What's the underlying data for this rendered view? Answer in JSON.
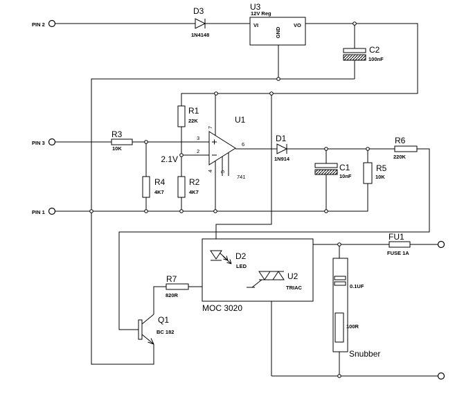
{
  "terminals": {
    "pin2": "PIN 2",
    "pin3": "PIN 3",
    "pin1": "PIN 1"
  },
  "components": {
    "d3": {
      "ref": "D3",
      "value": "1N4148"
    },
    "u3": {
      "ref": "U3",
      "value": "12V Reg",
      "pin_in": "VI",
      "pin_out": "VO",
      "pin_gnd": "GND"
    },
    "c2": {
      "ref": "C2",
      "value": "100nF"
    },
    "r1": {
      "ref": "R1",
      "value": "22K"
    },
    "r2": {
      "ref": "R2",
      "value": "4K7"
    },
    "r3": {
      "ref": "R3",
      "value": "10K"
    },
    "r4": {
      "ref": "R4",
      "value": "4K7"
    },
    "u1": {
      "ref": "U1",
      "value": "741",
      "pin_noninv": "3",
      "pin_inv": "2",
      "pin_out": "6",
      "pin_vplus": "7",
      "pin_vminus": "4",
      "pin_null": "5"
    },
    "d1": {
      "ref": "D1",
      "value": "1N914"
    },
    "c1": {
      "ref": "C1",
      "value": "10nF"
    },
    "r5": {
      "ref": "R5",
      "value": "10K"
    },
    "r6": {
      "ref": "R6",
      "value": "220K"
    },
    "r7": {
      "ref": "R7",
      "value": "820R"
    },
    "q1": {
      "ref": "Q1",
      "value": "BC 182"
    },
    "d2": {
      "ref": "D2",
      "value": "LED"
    },
    "u2": {
      "ref": "U2",
      "value": "TRIAC"
    },
    "fu1": {
      "ref": "FU1",
      "value": "FUSE 1A"
    }
  },
  "opto_box_label": "MOC 3020",
  "snubber": {
    "label": "Snubber",
    "cap_value": "0.1UF",
    "res_value": "100R"
  },
  "annotations": {
    "set_voltage": "2.1V"
  },
  "colors": {
    "wire": "#000000",
    "background": "#ffffff"
  }
}
